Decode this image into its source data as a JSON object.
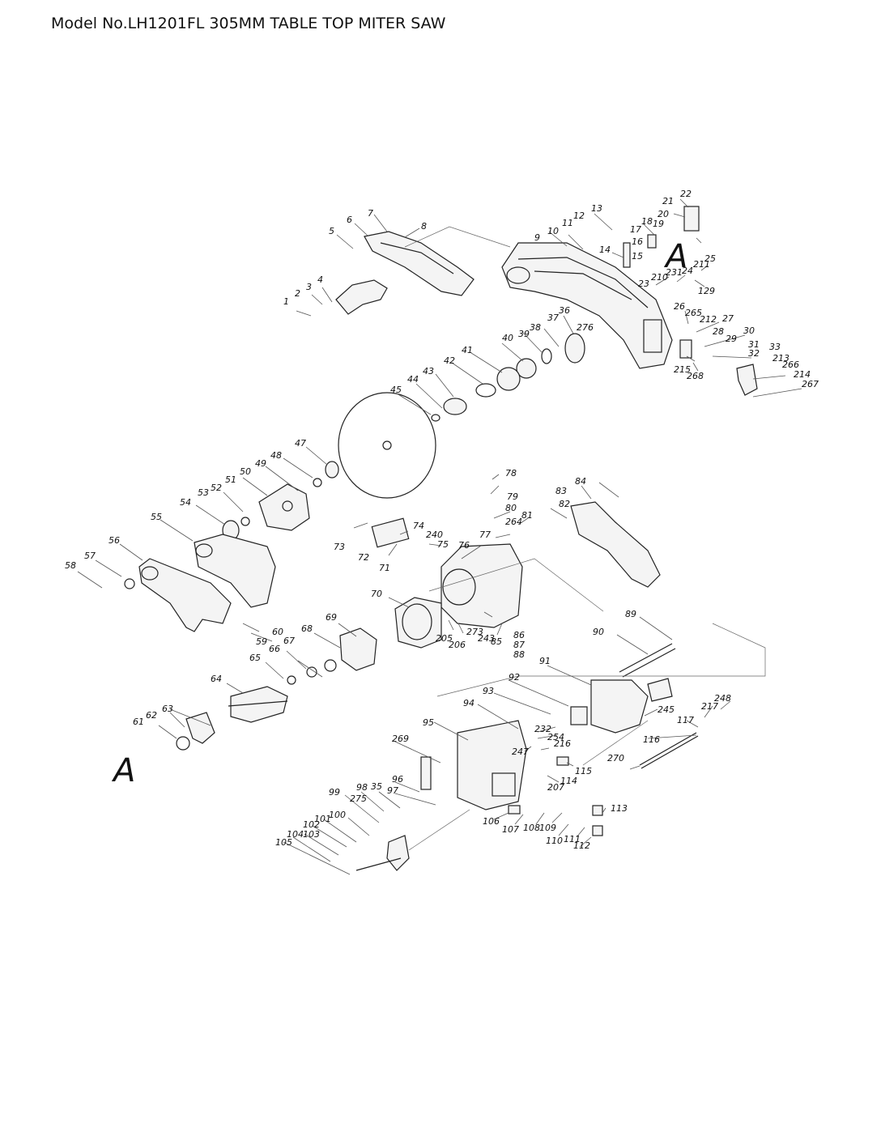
{
  "document": {
    "title": "Model No.LH1201FL 305MM TABLE TOP MITER SAW"
  },
  "diagram": {
    "section_marker": "A",
    "callouts": [
      {
        "id": "c1",
        "text": "1"
      },
      {
        "id": "c2",
        "text": "2"
      },
      {
        "id": "c3",
        "text": "3"
      },
      {
        "id": "c4",
        "text": "4"
      },
      {
        "id": "c5",
        "text": "5"
      },
      {
        "id": "c6",
        "text": "6"
      },
      {
        "id": "c7",
        "text": "7"
      },
      {
        "id": "c8",
        "text": "8"
      },
      {
        "id": "c9",
        "text": "9"
      },
      {
        "id": "c10",
        "text": "10"
      },
      {
        "id": "c11",
        "text": "11"
      },
      {
        "id": "c12",
        "text": "12"
      },
      {
        "id": "c13",
        "text": "13"
      },
      {
        "id": "c14",
        "text": "14"
      },
      {
        "id": "c15",
        "text": "15"
      },
      {
        "id": "c16",
        "text": "16"
      },
      {
        "id": "c17",
        "text": "17"
      },
      {
        "id": "c18",
        "text": "18"
      },
      {
        "id": "c19",
        "text": "19"
      },
      {
        "id": "c20",
        "text": "20"
      },
      {
        "id": "c21",
        "text": "21"
      },
      {
        "id": "c22",
        "text": "22"
      },
      {
        "id": "c23",
        "text": "23"
      },
      {
        "id": "c24",
        "text": "24"
      },
      {
        "id": "c25",
        "text": "25"
      },
      {
        "id": "c26",
        "text": "26"
      },
      {
        "id": "c27",
        "text": "27"
      },
      {
        "id": "c28",
        "text": "28"
      },
      {
        "id": "c29",
        "text": "29"
      },
      {
        "id": "c30",
        "text": "30"
      },
      {
        "id": "c31",
        "text": "31"
      },
      {
        "id": "c32",
        "text": "32"
      },
      {
        "id": "c33",
        "text": "33"
      },
      {
        "id": "c35",
        "text": "35"
      },
      {
        "id": "c36",
        "text": "36"
      },
      {
        "id": "c37",
        "text": "37"
      },
      {
        "id": "c38",
        "text": "38"
      },
      {
        "id": "c39",
        "text": "39"
      },
      {
        "id": "c40",
        "text": "40"
      },
      {
        "id": "c41",
        "text": "41"
      },
      {
        "id": "c42",
        "text": "42"
      },
      {
        "id": "c43",
        "text": "43"
      },
      {
        "id": "c44",
        "text": "44"
      },
      {
        "id": "c45",
        "text": "45"
      },
      {
        "id": "c47",
        "text": "47"
      },
      {
        "id": "c48",
        "text": "48"
      },
      {
        "id": "c49",
        "text": "49"
      },
      {
        "id": "c50",
        "text": "50"
      },
      {
        "id": "c51",
        "text": "51"
      },
      {
        "id": "c52",
        "text": "52"
      },
      {
        "id": "c53",
        "text": "53"
      },
      {
        "id": "c54",
        "text": "54"
      },
      {
        "id": "c55",
        "text": "55"
      },
      {
        "id": "c56",
        "text": "56"
      },
      {
        "id": "c57",
        "text": "57"
      },
      {
        "id": "c58",
        "text": "58"
      },
      {
        "id": "c59",
        "text": "59"
      },
      {
        "id": "c60",
        "text": "60"
      },
      {
        "id": "c61",
        "text": "61"
      },
      {
        "id": "c62",
        "text": "62"
      },
      {
        "id": "c63",
        "text": "63"
      },
      {
        "id": "c64",
        "text": "64"
      },
      {
        "id": "c65",
        "text": "65"
      },
      {
        "id": "c66",
        "text": "66"
      },
      {
        "id": "c67",
        "text": "67"
      },
      {
        "id": "c68",
        "text": "68"
      },
      {
        "id": "c69",
        "text": "69"
      },
      {
        "id": "c70",
        "text": "70"
      },
      {
        "id": "c71",
        "text": "71"
      },
      {
        "id": "c72",
        "text": "72"
      },
      {
        "id": "c73",
        "text": "73"
      },
      {
        "id": "c74",
        "text": "74"
      },
      {
        "id": "c75",
        "text": "75"
      },
      {
        "id": "c76",
        "text": "76"
      },
      {
        "id": "c77",
        "text": "77"
      },
      {
        "id": "c78",
        "text": "78"
      },
      {
        "id": "c79",
        "text": "79"
      },
      {
        "id": "c80",
        "text": "80"
      },
      {
        "id": "c81",
        "text": "81"
      },
      {
        "id": "c82",
        "text": "82"
      },
      {
        "id": "c83",
        "text": "83"
      },
      {
        "id": "c84",
        "text": "84"
      },
      {
        "id": "c85",
        "text": "85"
      },
      {
        "id": "c86",
        "text": "86"
      },
      {
        "id": "c87",
        "text": "87"
      },
      {
        "id": "c88",
        "text": "88"
      },
      {
        "id": "c89",
        "text": "89"
      },
      {
        "id": "c90",
        "text": "90"
      },
      {
        "id": "c91",
        "text": "91"
      },
      {
        "id": "c92",
        "text": "92"
      },
      {
        "id": "c93",
        "text": "93"
      },
      {
        "id": "c94",
        "text": "94"
      },
      {
        "id": "c95",
        "text": "95"
      },
      {
        "id": "c96",
        "text": "96"
      },
      {
        "id": "c97",
        "text": "97"
      },
      {
        "id": "c98",
        "text": "98"
      },
      {
        "id": "c99",
        "text": "99"
      },
      {
        "id": "c100",
        "text": "100"
      },
      {
        "id": "c101",
        "text": "101"
      },
      {
        "id": "c102",
        "text": "102"
      },
      {
        "id": "c103",
        "text": "103"
      },
      {
        "id": "c104",
        "text": "104"
      },
      {
        "id": "c105",
        "text": "105"
      },
      {
        "id": "c106",
        "text": "106"
      },
      {
        "id": "c107",
        "text": "107"
      },
      {
        "id": "c108",
        "text": "108"
      },
      {
        "id": "c109",
        "text": "109"
      },
      {
        "id": "c110",
        "text": "110"
      },
      {
        "id": "c111",
        "text": "111"
      },
      {
        "id": "c112",
        "text": "112"
      },
      {
        "id": "c113",
        "text": "113"
      },
      {
        "id": "c114",
        "text": "114"
      },
      {
        "id": "c115",
        "text": "115"
      },
      {
        "id": "c116",
        "text": "116"
      },
      {
        "id": "c117",
        "text": "117"
      },
      {
        "id": "c129",
        "text": "129"
      },
      {
        "id": "c205",
        "text": "205"
      },
      {
        "id": "c206",
        "text": "206"
      },
      {
        "id": "c207",
        "text": "207"
      },
      {
        "id": "c210",
        "text": "210"
      },
      {
        "id": "c211",
        "text": "211"
      },
      {
        "id": "c212",
        "text": "212"
      },
      {
        "id": "c213",
        "text": "213"
      },
      {
        "id": "c214",
        "text": "214"
      },
      {
        "id": "c215",
        "text": "215"
      },
      {
        "id": "c216",
        "text": "216"
      },
      {
        "id": "c217",
        "text": "217"
      },
      {
        "id": "c231",
        "text": "231"
      },
      {
        "id": "c232",
        "text": "232"
      },
      {
        "id": "c240",
        "text": "240"
      },
      {
        "id": "c243",
        "text": "243"
      },
      {
        "id": "c245",
        "text": "245"
      },
      {
        "id": "c247",
        "text": "247"
      },
      {
        "id": "c248",
        "text": "248"
      },
      {
        "id": "c254",
        "text": "254"
      },
      {
        "id": "c264",
        "text": "264"
      },
      {
        "id": "c265",
        "text": "265"
      },
      {
        "id": "c266",
        "text": "266"
      },
      {
        "id": "c267",
        "text": "267"
      },
      {
        "id": "c268",
        "text": "268"
      },
      {
        "id": "c269",
        "text": "269"
      },
      {
        "id": "c270",
        "text": "270"
      },
      {
        "id": "c273",
        "text": "273"
      },
      {
        "id": "c275",
        "text": "275"
      },
      {
        "id": "c276",
        "text": "276"
      }
    ]
  }
}
